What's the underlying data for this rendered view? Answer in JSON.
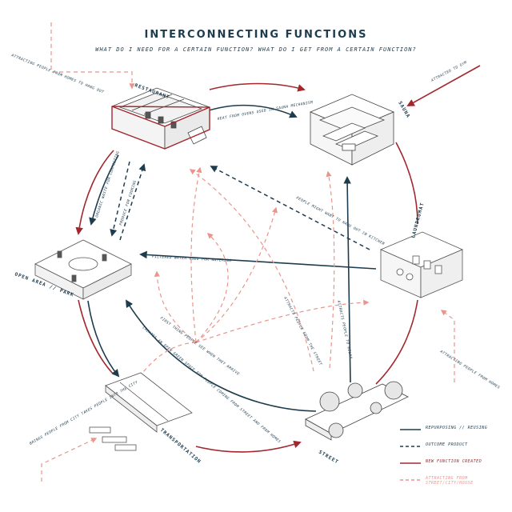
{
  "title": "INTERCONNECTING FUNCTIONS",
  "subtitle": "WHAT DO I NEED FOR A CERTAIN FUNCTION? WHAT DO I GET FROM A CERTAIN FUNCTION?",
  "nodes": {
    "restaurant": "RESTAURANT",
    "sauna": "SAUNA",
    "laundromat": "LAUNDROMAT",
    "open_area": "OPEN AREA // PARK",
    "transportation": "TRANSPORTATION",
    "street": "STREET"
  },
  "arrows": {
    "heat": "HEAT FROM OVENS USED IN SAUNA MECHANISM",
    "organic": "ORGANIC WASTE FOR COMPOSTING",
    "produce": "PRODUCE FOR COOKING",
    "water": "FILTERED WATER USED FOR WATERING",
    "hangout": "PEOPLE MIGHT WANT TO HANG OUT IN KITCHEN",
    "attract_street": "ATTRACTS PEOPLE FROM THE STREET",
    "attract_relax": "ATTRACTS PEOPLE TO RELAX",
    "first_thing": "FIRST THING PEOPLE SEE WHEN THEY ARRIVE",
    "green_space": "CREATES AN OPEN GREEN SPACE FOR PEOPLE COMING FROM STREET AND FROM HOMES"
  },
  "externals": {
    "homes_left": "ATTRACTING PEOPLE FROM HOMES TO HANG OUT",
    "gym": "ATTRACTED TO GYM",
    "homes_right": "ATTRACTING PEOPLE FROM HOMES",
    "city": "BRINGS PEOPLE FROM CITY TAKES PEOPLE INTO THE CITY"
  },
  "legend": [
    {
      "label": "REPURPOSING // REUSING",
      "style": "solid",
      "color": "#1d3c4e"
    },
    {
      "label": "OUTCOME PRODUCT",
      "style": "dashed",
      "color": "#1d3c4e"
    },
    {
      "label": "NEW FUNCTION CREATED",
      "style": "solid",
      "color": "#a2282e"
    },
    {
      "label": "ATTRACTING FROM STREET/CITY/HOUSE",
      "style": "dashed",
      "color": "#e8958c"
    }
  ],
  "colors": {
    "dark_teal": "#1d3c4e",
    "dark_red": "#a2282e",
    "salmon": "#e8958c"
  }
}
